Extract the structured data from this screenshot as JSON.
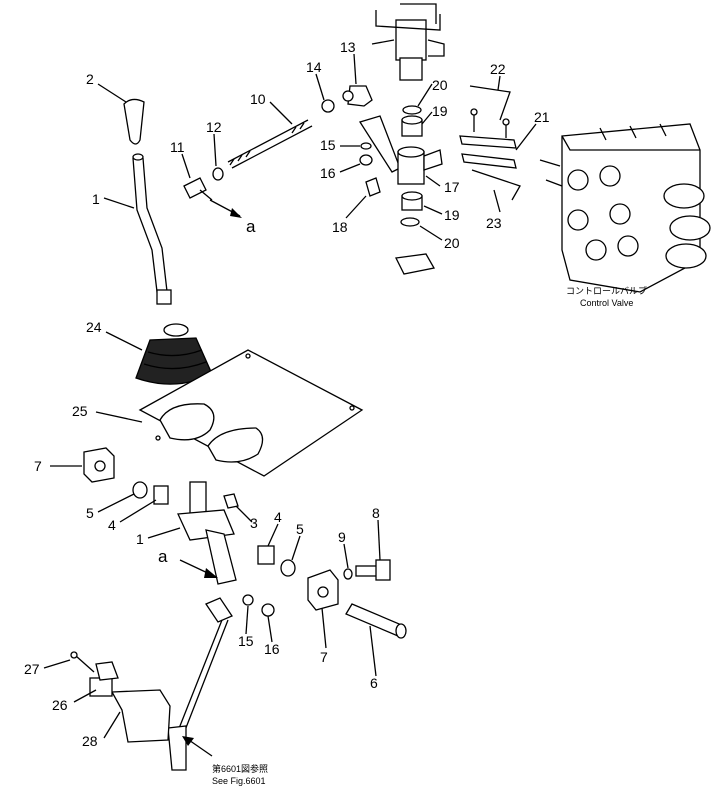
{
  "diagram": {
    "callouts": [
      "1",
      "2",
      "3",
      "4",
      "5",
      "6",
      "7",
      "8",
      "9",
      "10",
      "11",
      "12",
      "13",
      "14",
      "15",
      "16",
      "17",
      "18",
      "19",
      "20",
      "21",
      "22",
      "23",
      "24",
      "25",
      "26",
      "27",
      "28"
    ],
    "arrow_letter": "a",
    "control_valve_jp": "コントロールバルブ",
    "control_valve_en": "Control Valve",
    "see_fig_jp": "第6601図参照",
    "see_fig_en": "See Fig.6601"
  }
}
